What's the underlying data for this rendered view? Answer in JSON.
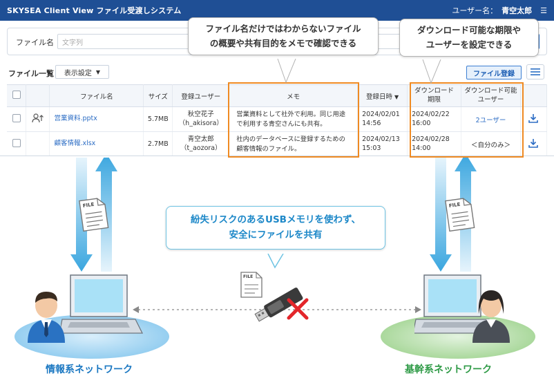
{
  "titlebar": {
    "app_title": "SKYSEA Client View ファイル受渡しシステム",
    "user_label": "ユーザー名：",
    "user_name": "青空太郎"
  },
  "search": {
    "label": "ファイル名",
    "placeholder": "文字列"
  },
  "toolbar": {
    "list_label": "ファイル一覧",
    "view_settings": "表示設定",
    "upload": "ファイル登録"
  },
  "table": {
    "headers": {
      "name": "ファイル名",
      "size": "サイズ",
      "uploader": "登録ユーザー",
      "memo": "メモ",
      "date": "登録日時",
      "period_1": "ダウンロード",
      "period_2": "期限",
      "users_1": "ダウンロード可能",
      "users_2": "ユーザー"
    },
    "rows": [
      {
        "name": "営業資料.pptx",
        "size": "5.7MB",
        "uploader": "秋空花子",
        "uploader_id": "（h_akisora）",
        "memo_1": "営業資料として社外で利用。同じ用途",
        "memo_2": "で利用する青空さんにも共有。",
        "date_1": "2024/02/01",
        "date_2": "14:56",
        "period_1": "2024/02/22",
        "period_2": "16:00",
        "users": "2ユーザー"
      },
      {
        "name": "顧客情報.xlsx",
        "size": "2.7MB",
        "uploader": "青空太郎",
        "uploader_id": "（t_aozora）",
        "memo_1": "社内のデータベースに登録するための",
        "memo_2": "顧客情報のファイル。",
        "date_1": "2024/02/13",
        "date_2": "15:03",
        "period_1": "2024/02/28",
        "period_2": "14:00",
        "users": "＜自分のみ＞"
      }
    ]
  },
  "callouts": {
    "memo_1": "ファイル名だけではわからないファイル",
    "memo_2": "の概要や共有目的をメモで確認できる",
    "period_1": "ダウンロード可能な期限や",
    "period_2": "ユーザーを設定できる",
    "usb_1": "紛失リスクのあるUSBメモリを使わず、",
    "usb_2": "安全にファイルを共有"
  },
  "file_label": "FILE",
  "networks": {
    "info": "情報系ネットワーク",
    "core": "基幹系ネットワーク"
  },
  "colors": {
    "titlebar": "#1f4f95",
    "highlight": "#ef8a22",
    "info_network": "#1b78c2",
    "core_network": "#2e9a46",
    "forbidden": "#e3262b"
  }
}
